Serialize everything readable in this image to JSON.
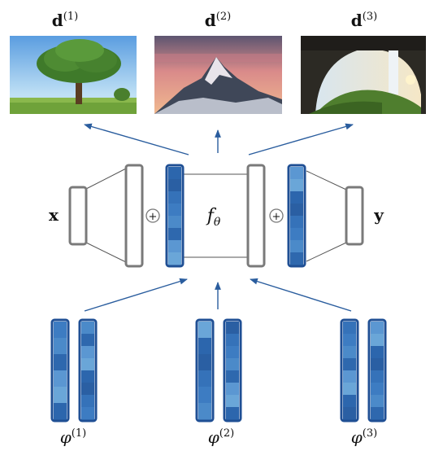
{
  "images": [
    {
      "label_base": "d",
      "label_sup": "(1)",
      "scene": "tree-on-meadow"
    },
    {
      "label_base": "d",
      "label_sup": "(2)",
      "scene": "mountain-peak-at-sunset"
    },
    {
      "label_base": "d",
      "label_sup": "(3)",
      "scene": "waterfall-in-cave"
    }
  ],
  "network": {
    "input_label": "x",
    "output_label": "y",
    "function_label": "f",
    "function_subscript": "θ",
    "combine_symbol": "+"
  },
  "codes": [
    {
      "label_base": "φ",
      "label_sup": "(1)"
    },
    {
      "label_base": "φ",
      "label_sup": "(2)"
    },
    {
      "label_base": "φ",
      "label_sup": "(3)"
    }
  ],
  "colors": {
    "arrow": "#2a5d9e",
    "block_stroke": "#7a7a7a",
    "vector_stroke": "#1f4f94",
    "vector_fill_dark": "#2f6fb8",
    "vector_fill_light": "#6aa6d8"
  }
}
